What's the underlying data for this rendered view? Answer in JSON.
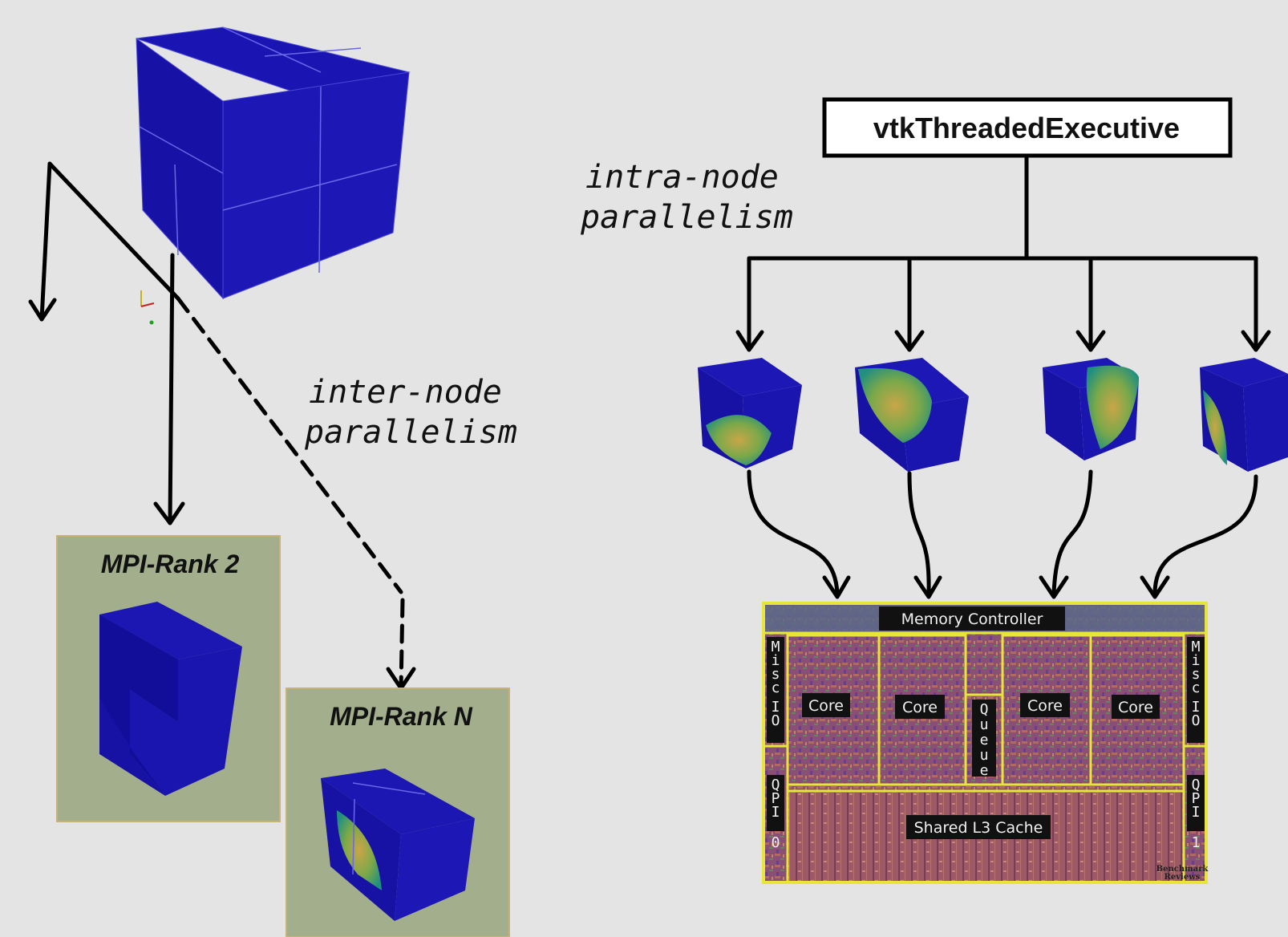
{
  "left": {
    "inter_node_label": [
      "inter-node",
      "parallelism"
    ],
    "rank_boxes": [
      {
        "title": "MPI-Rank 2"
      },
      {
        "title": "MPI-Rank N"
      }
    ]
  },
  "right": {
    "executive_label": "vtkThreadedExecutive",
    "intra_node_label": [
      "intra-node",
      "parallelism"
    ]
  },
  "chip": {
    "memory_controller": "Memory Controller",
    "cores": [
      "Core",
      "Core",
      "Core",
      "Core"
    ],
    "queue": "Queue",
    "shared_cache": "Shared L3 Cache",
    "misc_io": "Misc IO",
    "qpi_0": "QPI 0",
    "qpi_1": "QPI 1",
    "brand": [
      "Benchmark",
      "Reviews"
    ]
  },
  "colors": {
    "background": "#e4e4e4",
    "cube_blue": "#1a13a8",
    "rank_box": "#a3af8c",
    "chip_border": "#e8e53a"
  }
}
